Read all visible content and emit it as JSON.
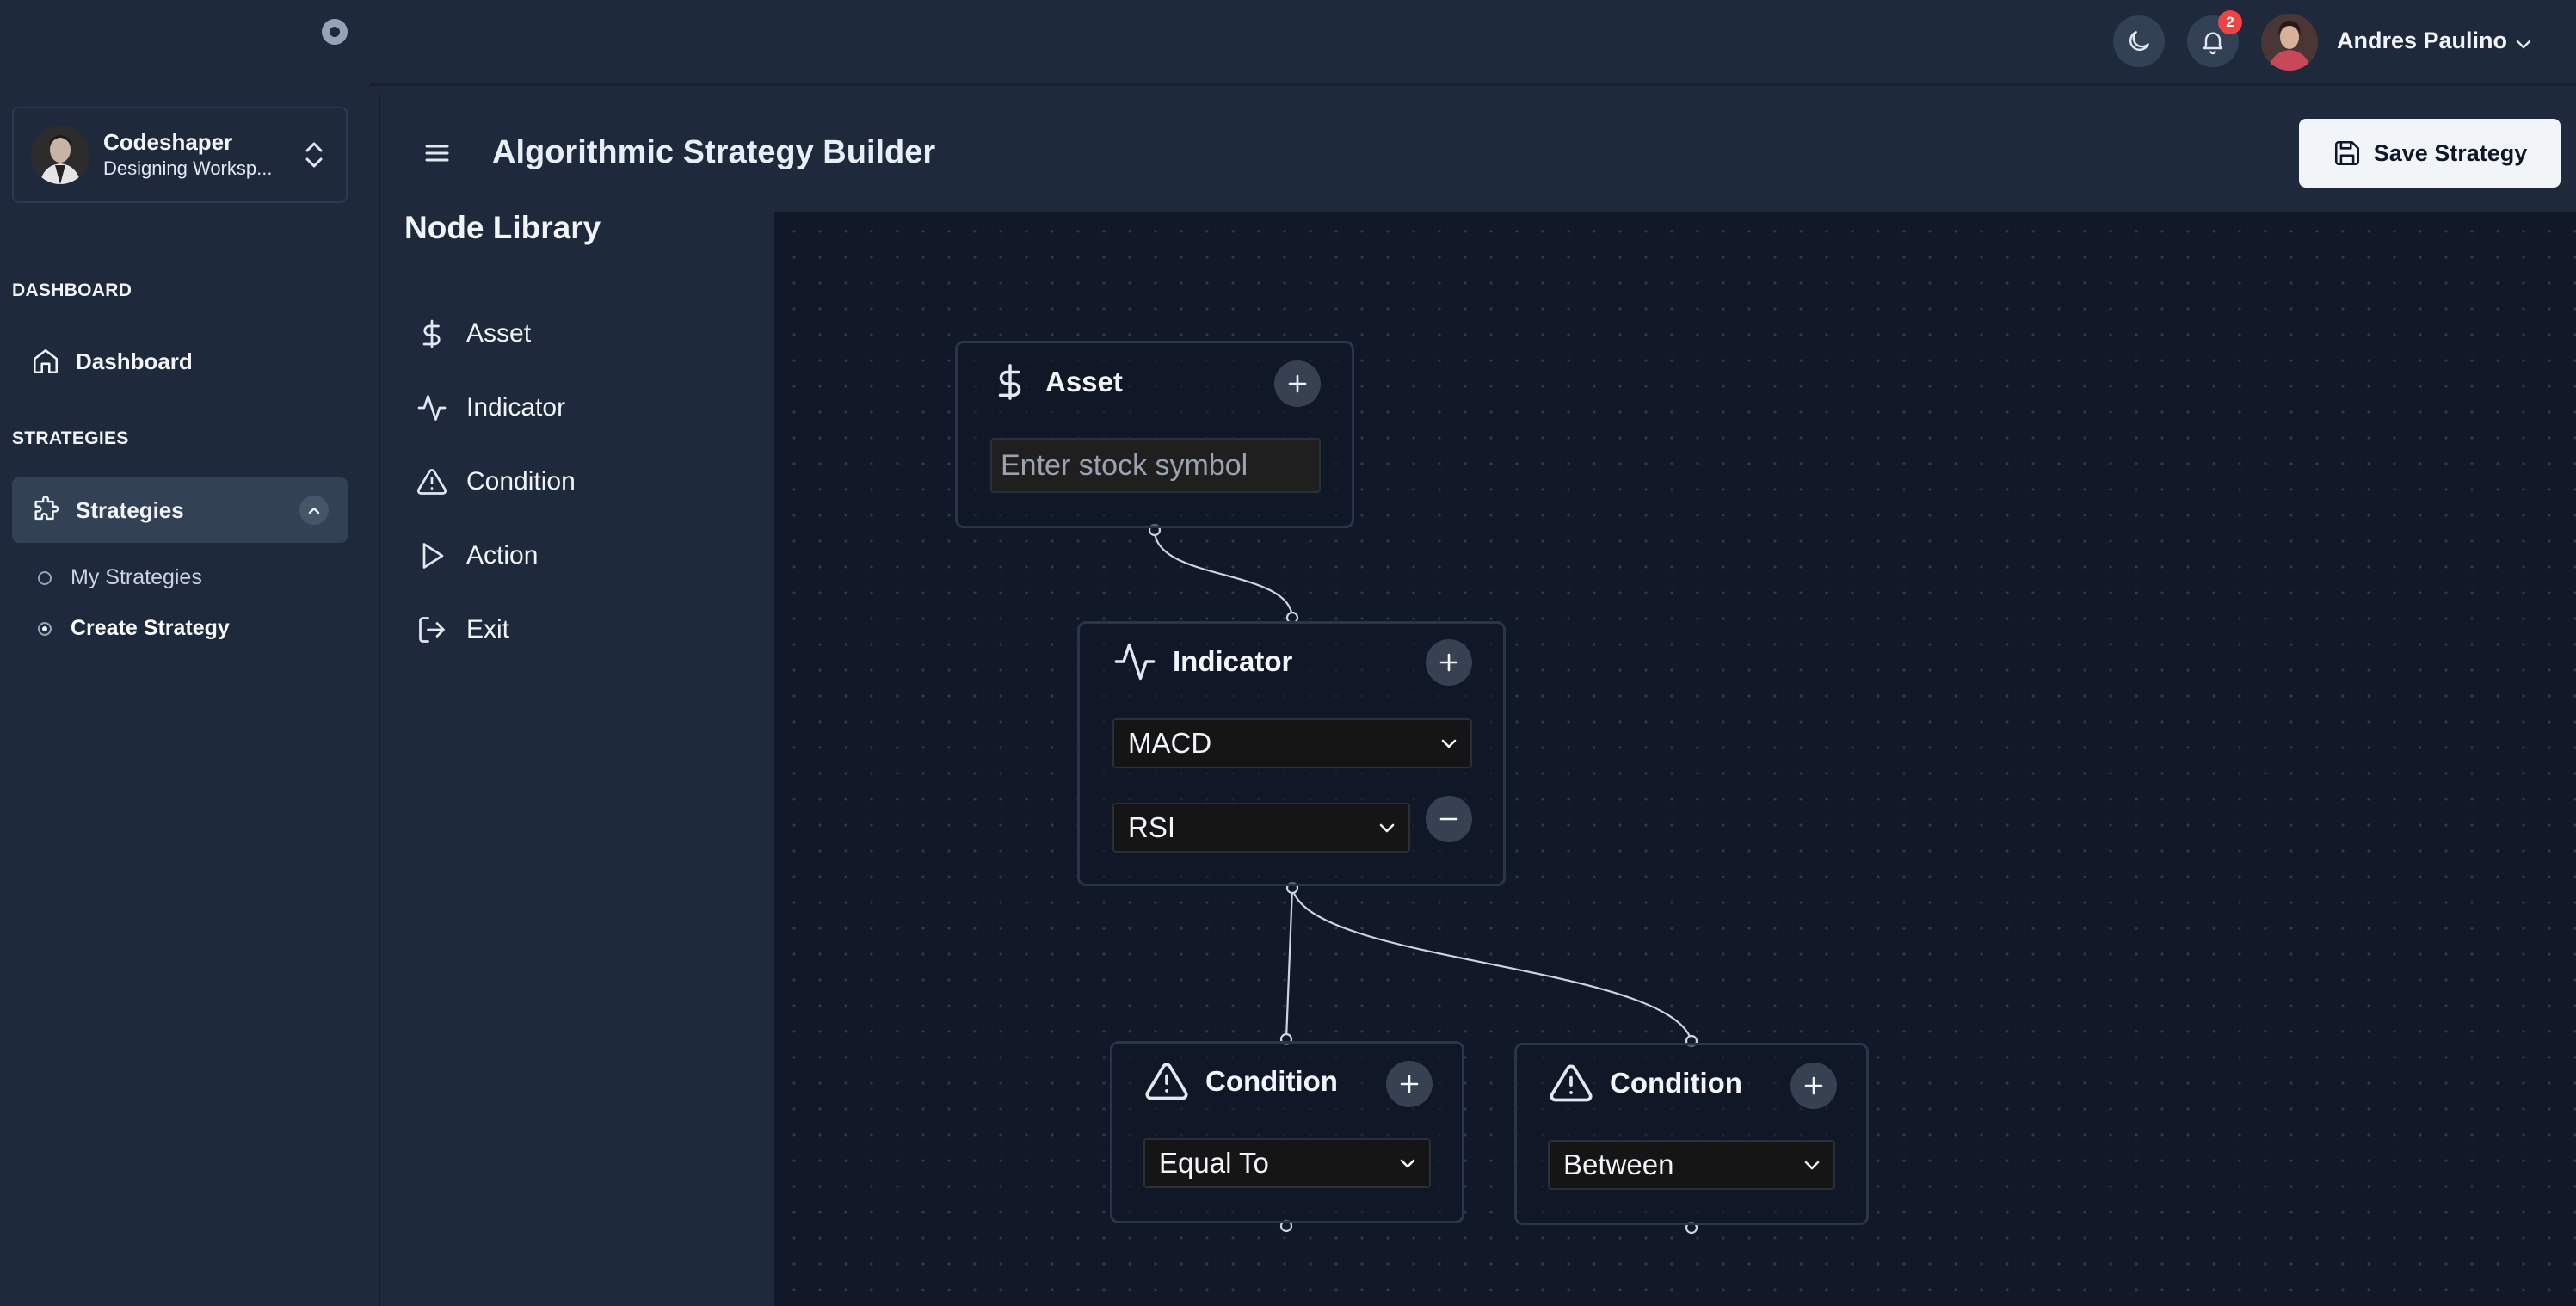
{
  "sidebar": {
    "workspace": {
      "name": "Codeshaper",
      "subtitle": "Designing Worksp..."
    },
    "sections": [
      {
        "label": "DASHBOARD"
      },
      {
        "label": "STRATEGIES"
      }
    ],
    "items": [
      {
        "label": "Dashboard",
        "icon": "home-icon"
      },
      {
        "label": "Strategies",
        "icon": "puzzle-icon",
        "expanded": true
      }
    ],
    "sub_items": [
      {
        "label": "My Strategies",
        "active": false
      },
      {
        "label": "Create Strategy",
        "active": true
      }
    ]
  },
  "header": {
    "notifications_count": "2",
    "user_name": "Andres Paulino"
  },
  "page": {
    "title": "Algorithmic Strategy Builder",
    "save_label": "Save Strategy"
  },
  "library": {
    "title": "Node Library",
    "items": [
      {
        "label": "Asset",
        "icon": "dollar-icon"
      },
      {
        "label": "Indicator",
        "icon": "activity-icon"
      },
      {
        "label": "Condition",
        "icon": "alert-triangle-icon"
      },
      {
        "label": "Action",
        "icon": "play-icon"
      },
      {
        "label": "Exit",
        "icon": "log-out-icon"
      }
    ]
  },
  "nodes": {
    "asset": {
      "title": "Asset",
      "placeholder": "Enter stock symbol",
      "value": ""
    },
    "indicator": {
      "title": "Indicator",
      "selects": [
        "MACD",
        "RSI"
      ]
    },
    "condition1": {
      "title": "Condition",
      "select": "Equal To"
    },
    "condition2": {
      "title": "Condition",
      "select": "Between"
    }
  },
  "colors": {
    "background": "#1e293b",
    "canvas": "#111827",
    "accent_badge": "#ef4444",
    "save_button": "#f1f5f9"
  }
}
